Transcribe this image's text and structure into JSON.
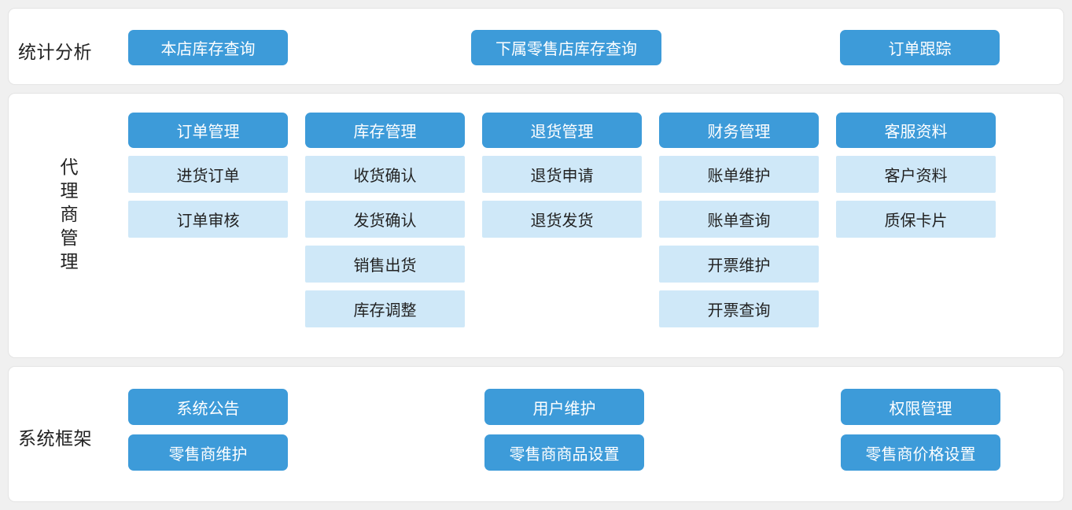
{
  "page": {
    "background_color": "#f0f0f0",
    "panel_background_color": "#ffffff",
    "primary_color": "#3d9bd9",
    "secondary_color": "#cfe8f8",
    "text_color": "#222222"
  },
  "sections": {
    "stats": {
      "label": "统计分析",
      "buttons": [
        {
          "label": "本店库存查询"
        },
        {
          "label": "下属零售店库存查询"
        },
        {
          "label": "订单跟踪"
        }
      ]
    },
    "agent": {
      "label": "代理商管理",
      "label_chars": [
        "代",
        "理",
        "商",
        "管",
        "理"
      ],
      "columns": [
        {
          "header": "订单管理",
          "items": [
            {
              "label": "进货订单"
            },
            {
              "label": "订单审核"
            }
          ]
        },
        {
          "header": "库存管理",
          "items": [
            {
              "label": "收货确认"
            },
            {
              "label": "发货确认"
            },
            {
              "label": "销售出货"
            },
            {
              "label": "库存调整"
            }
          ]
        },
        {
          "header": "退货管理",
          "items": [
            {
              "label": "退货申请"
            },
            {
              "label": "退货发货"
            }
          ]
        },
        {
          "header": "财务管理",
          "items": [
            {
              "label": "账单维护"
            },
            {
              "label": "账单查询"
            },
            {
              "label": "开票维护"
            },
            {
              "label": "开票查询"
            }
          ]
        },
        {
          "header": "客服资料",
          "items": [
            {
              "label": "客户资料"
            },
            {
              "label": "质保卡片"
            }
          ]
        }
      ]
    },
    "system": {
      "label": "系统框架",
      "groups": [
        {
          "buttons": [
            {
              "label": "系统公告"
            },
            {
              "label": "零售商维护"
            }
          ]
        },
        {
          "buttons": [
            {
              "label": "用户维护"
            },
            {
              "label": "零售商商品设置"
            }
          ]
        },
        {
          "buttons": [
            {
              "label": "权限管理"
            },
            {
              "label": "零售商价格设置"
            }
          ]
        }
      ]
    }
  }
}
